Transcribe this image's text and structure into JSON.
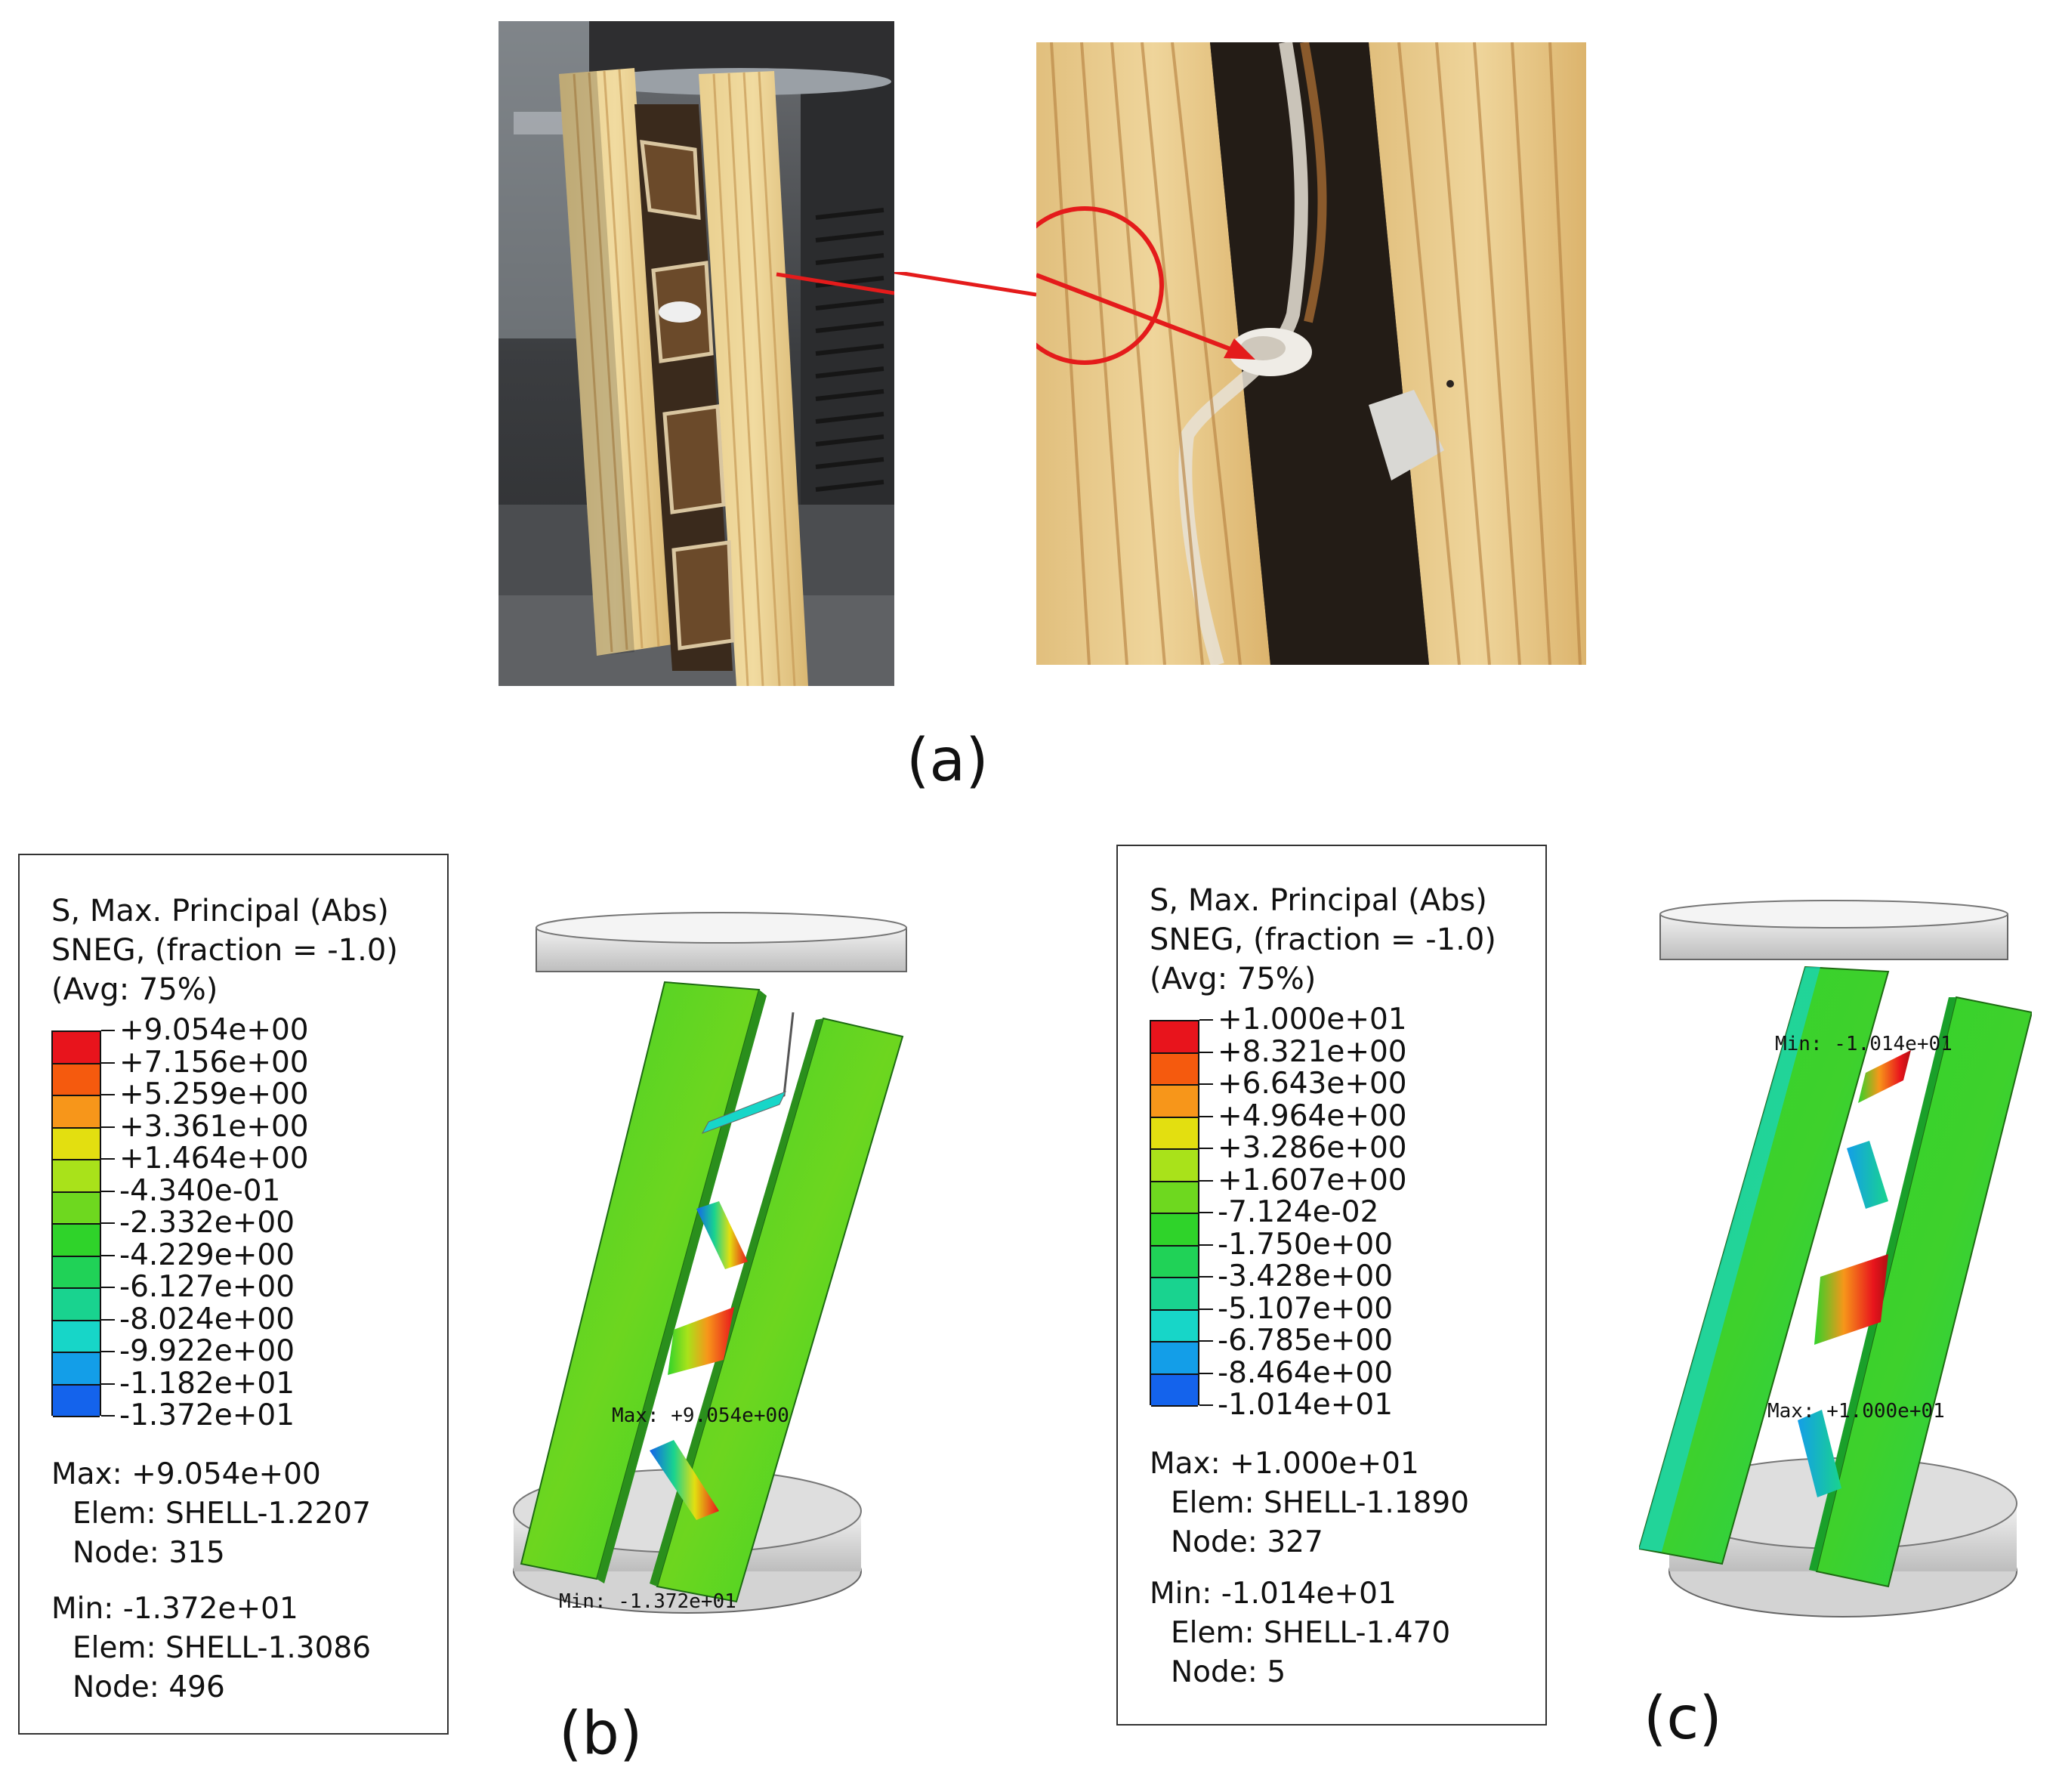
{
  "panels": {
    "a": {
      "label": "(a)"
    },
    "b": {
      "label": "(b)",
      "legend": {
        "title_lines": [
          "S, Max. Principal (Abs)",
          "SNEG, (fraction = -1.0)",
          "(Avg: 75%)"
        ],
        "values": [
          "+9.054e+00",
          "+7.156e+00",
          "+5.259e+00",
          "+3.361e+00",
          "+1.464e+00",
          "-4.340e-01",
          "-2.332e+00",
          "-4.229e+00",
          "-6.127e+00",
          "-8.024e+00",
          "-9.922e+00",
          "-1.182e+01",
          "-1.372e+01"
        ],
        "colors": [
          "#e8141c",
          "#f55a0e",
          "#f7961a",
          "#e3df10",
          "#a9e21a",
          "#6ed81f",
          "#2fd32a",
          "#20d257",
          "#19d38f",
          "#17d6c8",
          "#139ee8",
          "#1463ec",
          "#1220ea"
        ],
        "max_lines": [
          "Max: +9.054e+00",
          "Elem: SHELL-1.2207",
          "Node: 315"
        ],
        "min_lines": [
          "Min: -1.372e+01",
          "Elem: SHELL-1.3086",
          "Node: 496"
        ]
      },
      "model": {
        "max_label": "Max: +9.054e+00",
        "min_label": "Min: -1.372e+01"
      }
    },
    "c": {
      "label": "(c)",
      "legend": {
        "title_lines": [
          "S, Max. Principal (Abs)",
          "SNEG, (fraction = -1.0)",
          "(Avg: 75%)"
        ],
        "values": [
          "+1.000e+01",
          "+8.321e+00",
          "+6.643e+00",
          "+4.964e+00",
          "+3.286e+00",
          "+1.607e+00",
          "-7.124e-02",
          "-1.750e+00",
          "-3.428e+00",
          "-5.107e+00",
          "-6.785e+00",
          "-8.464e+00",
          "-1.014e+01"
        ],
        "colors": [
          "#e8141c",
          "#f55a0e",
          "#f7961a",
          "#e3df10",
          "#a9e21a",
          "#6ed81f",
          "#2fd32a",
          "#20d257",
          "#19d38f",
          "#17d6c8",
          "#139ee8",
          "#1463ec",
          "#1220ea"
        ],
        "max_lines": [
          "Max: +1.000e+01",
          "Elem: SHELL-1.1890",
          "Node: 327"
        ],
        "min_lines": [
          "Min: -1.014e+01",
          "Elem: SHELL-1.470",
          "Node: 5"
        ]
      },
      "model": {
        "max_label": "Max: +1.000e+01",
        "min_label": "Min: -1.014e+01"
      }
    }
  }
}
